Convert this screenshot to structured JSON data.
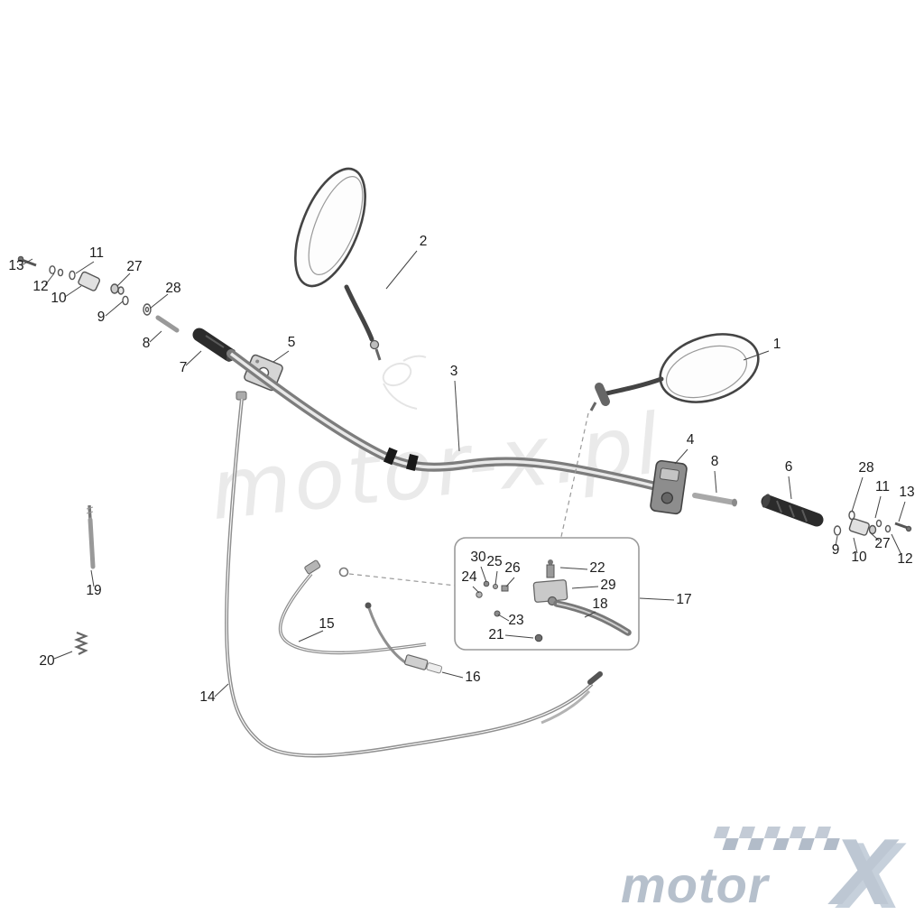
{
  "watermark": {
    "center_text": "motor-x.pl"
  },
  "logo": {
    "word": "motor",
    "mark": "X"
  },
  "labels": [
    {
      "text": "13"
    },
    {
      "text": "12"
    },
    {
      "text": "11"
    },
    {
      "text": "10"
    },
    {
      "text": "27"
    },
    {
      "text": "9"
    },
    {
      "text": "28"
    },
    {
      "text": "8"
    },
    {
      "text": "7"
    },
    {
      "text": "2"
    },
    {
      "text": "1"
    },
    {
      "text": "3"
    },
    {
      "text": "5"
    },
    {
      "text": "4"
    },
    {
      "text": "8"
    },
    {
      "text": "6"
    },
    {
      "text": "28"
    },
    {
      "text": "11"
    },
    {
      "text": "13"
    },
    {
      "text": "27"
    },
    {
      "text": "9"
    },
    {
      "text": "10"
    },
    {
      "text": "12"
    },
    {
      "text": "19"
    },
    {
      "text": "20"
    },
    {
      "text": "17"
    },
    {
      "text": "30"
    },
    {
      "text": "25"
    },
    {
      "text": "26"
    },
    {
      "text": "24"
    },
    {
      "text": "22"
    },
    {
      "text": "29"
    },
    {
      "text": "23"
    },
    {
      "text": "21"
    },
    {
      "text": "18"
    },
    {
      "text": "15"
    },
    {
      "text": "16"
    },
    {
      "text": "14"
    }
  ]
}
